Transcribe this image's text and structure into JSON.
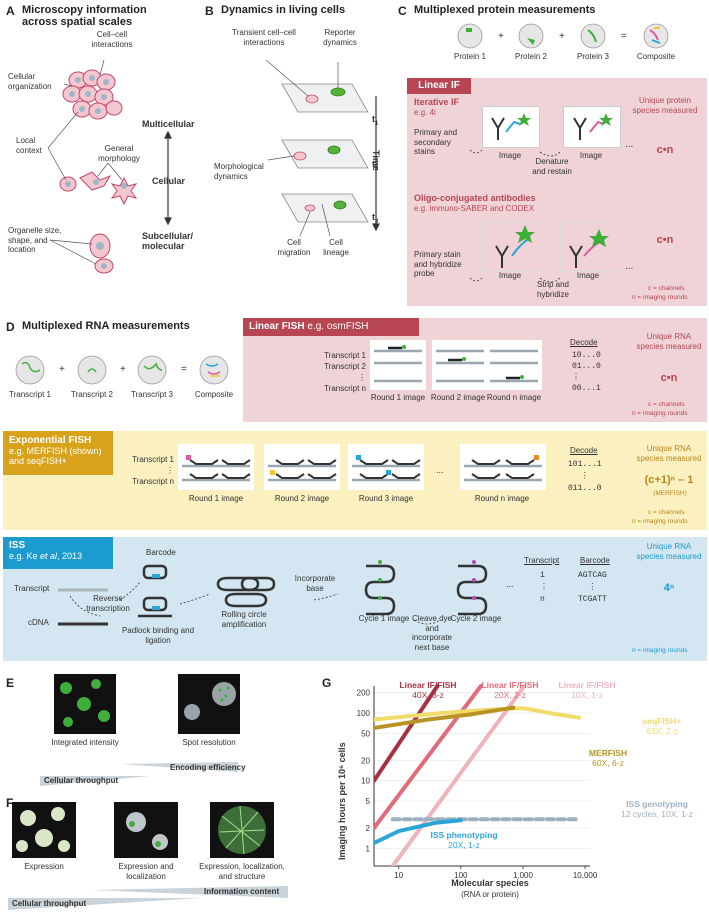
{
  "colors": {
    "pink": "#e8c5c8",
    "pink_dark": "#b74552",
    "yellow": "#fbf0c0",
    "yellow_dark": "#d9a21b",
    "blue": "#d3e6f1",
    "blue_dark": "#1c9bd1",
    "gray_text": "#555555"
  },
  "panelA": {
    "letter": "A",
    "title": "Microscopy information across spatial scales",
    "labels": {
      "cellular_org": "Cellular organization",
      "cell_cell": "Cell–cell interactions",
      "local_context": "Local context",
      "general_morph": "General morphology",
      "organelle": "Organelle size, shape, and location",
      "multicellular": "Multicellular",
      "cellular": "Cellular",
      "subcellular": "Subcellular/ molecular"
    }
  },
  "panelB": {
    "letter": "B",
    "title": "Dynamics in living cells",
    "labels": {
      "transient": "Transient cell–cell interactions",
      "reporter": "Reporter dynamics",
      "morph_dyn": "Morphological dynamics",
      "migration": "Cell migration",
      "lineage": "Cell lineage",
      "time": "Time",
      "t1": "t",
      "t1s": "1",
      "t2": "t",
      "t2s": "2",
      "t3": "t",
      "t3s": "3"
    }
  },
  "panelC": {
    "letter": "C",
    "title": "Multiplexed protein measurements",
    "proteins": [
      "Protein 1",
      "Protein 2",
      "Protein 3",
      "Composite"
    ],
    "ops": [
      "+",
      "+",
      "="
    ],
    "linear_if": "Linear IF",
    "iterative_title": "Iterative IF",
    "iterative_eg": "e.g. 4i",
    "primary_secondary": "Primary and secondary stains",
    "image1": "Image",
    "image2": "Image",
    "denature": "Denature and restain",
    "dots1": "...",
    "unique": "Unique protein species measured",
    "cn1": "c•n",
    "oligo_title": "Oligo-conjugated antibodies",
    "oligo_eg": "e.g. immuno-SABER and CODEX",
    "primary_hybridize": "Primary stain and hybridize probe",
    "image3": "Image",
    "image4": "Image",
    "strip": "Strip and hybridize",
    "dots2": "...",
    "cn2": "c•n",
    "legend_c": "c = channels",
    "legend_n": "n = imaging rounds"
  },
  "panelD": {
    "letter": "D",
    "title": "Multiplexed RNA measurements",
    "transcripts": [
      "Transcript 1",
      "Transcript 2",
      "Transcript 3",
      "Composite"
    ],
    "ops": [
      "+",
      "+",
      "="
    ],
    "linear_fish": "Linear FISH",
    "linear_fish_eg": "e.g. osmFISH",
    "lf_transcripts": [
      "Transcript 1",
      "Transcript 2",
      "⋮",
      "Transcript n"
    ],
    "lf_rounds": [
      "Round 1 image",
      "Round 2 image",
      "Round n image"
    ],
    "lf_dots": "...",
    "decode": "Decode",
    "lf_codes": [
      "10...0",
      "01...0",
      "⋮",
      "00...1"
    ],
    "unique": "Unique RNA species measured",
    "lf_formula": "c•n",
    "legend_c": "c = channels",
    "legend_n": "n = imaging rounds",
    "exp_fish": "Exponential FISH",
    "exp_eg": "e.g. MERFISH (shown) and seqFISH+",
    "ef_transcripts": [
      "Transcript 1",
      "⋮",
      "Transcript n"
    ],
    "ef_rounds": [
      "Round 1 image",
      "Round 2 image",
      "Round 3 image",
      "Round n image"
    ],
    "ef_dots": "...",
    "ef_codes": [
      "101...1",
      "⋮",
      "011...0"
    ],
    "ef_formula": "(c+1)ⁿ – 1",
    "ef_formula_note": "(MERFISH)",
    "iss": "ISS",
    "iss_eg_pre": "e.g. Ke ",
    "iss_eg_it": "et al",
    "iss_eg_post": ", 2013",
    "barcode_label": "Barcode",
    "transcript_label": "Transcript",
    "reverse": "Reverse transcription",
    "cdna": "cDNA",
    "padlock": "Padlock binding and ligation",
    "rolling": "Rolling circle amplification",
    "incorporate": "Incorporate base",
    "cycle1": "Cycle 1 image",
    "cleave": "Cleave dye and incorporate next base",
    "cycle2": "Cycle 2 image",
    "iss_dots": "...",
    "col_transcript": "Transcript",
    "col_barcode": "Barcode",
    "iss_rows": [
      [
        "1",
        "AGTCAG"
      ],
      [
        "⋮",
        "⋮"
      ],
      [
        "n",
        "TCGATT"
      ]
    ],
    "iss_formula": "4ⁿ",
    "iss_legend_n": "n = imaging rounds"
  },
  "panelE": {
    "letter": "E",
    "integrated": "Integrated intensity",
    "spot": "Spot resolution",
    "encoding": "Encoding efficiency",
    "throughput": "Cellular throughput"
  },
  "panelF": {
    "letter": "F",
    "expression": "Expression",
    "expr_loc": "Expression and localization",
    "expr_loc_struct": "Expression, localization, and structure",
    "info_content": "Information content",
    "throughput": "Cellular throughput"
  },
  "chart_data": {
    "type": "line",
    "x_scale": "log",
    "y_scale": "log",
    "xlabel": "Molecular species",
    "xlabel_sub": "(RNA or protein)",
    "ylabel": "Imaging hours per 10⁶ cells",
    "x_ticks": [
      10,
      100,
      1000,
      10000
    ],
    "x_tick_labels": [
      "10",
      "100",
      "1,000",
      "10,000"
    ],
    "y_ticks": [
      1,
      2,
      5,
      10,
      20,
      50,
      100,
      200
    ],
    "y_tick_labels": [
      "1",
      "2",
      "5",
      "10",
      "20",
      "50",
      "100",
      "200"
    ],
    "xlim": [
      4,
      12000
    ],
    "ylim": [
      0.55,
      250
    ],
    "series": [
      {
        "name": "Linear IF/FISH",
        "note": "40X, 3-z",
        "color": "#a8313f",
        "x": [
          4,
          42
        ],
        "y": [
          10,
          250
        ]
      },
      {
        "name": "Linear IF/FISH",
        "note": "20X, 2-z",
        "color": "#e36a78",
        "x": [
          4,
          210
        ],
        "y": [
          2,
          250
        ]
      },
      {
        "name": "Linear IF/FISH",
        "note": "10X, 1-z",
        "color": "#eeb3bb",
        "x": [
          8,
          1050
        ],
        "y": [
          0.55,
          250
        ]
      },
      {
        "name": "seqFISH+",
        "note": "63X, 2-z",
        "color": "#f1dc6a",
        "x": [
          4,
          50,
          300,
          1000,
          3000,
          8000
        ],
        "y": [
          80,
          100,
          112,
          118,
          98,
          85
        ]
      },
      {
        "name": "MERFISH",
        "note": "60X, 6-z",
        "color": "#b89426",
        "x": [
          4,
          30,
          140,
          700
        ],
        "y": [
          60,
          80,
          95,
          120
        ]
      },
      {
        "name": "ISS genotyping",
        "note": "12 cycles, 10X, 1-z",
        "color": "#9cb0c2",
        "dashed": true,
        "x": [
          8,
          7000
        ],
        "y": [
          2.7,
          2.7
        ]
      },
      {
        "name": "ISS phenotyping",
        "note": "20X, 1-z",
        "color": "#2aa5d8",
        "x": [
          4,
          10,
          40,
          100
        ],
        "y": [
          1.2,
          1.8,
          2.4,
          2.6
        ]
      }
    ]
  }
}
